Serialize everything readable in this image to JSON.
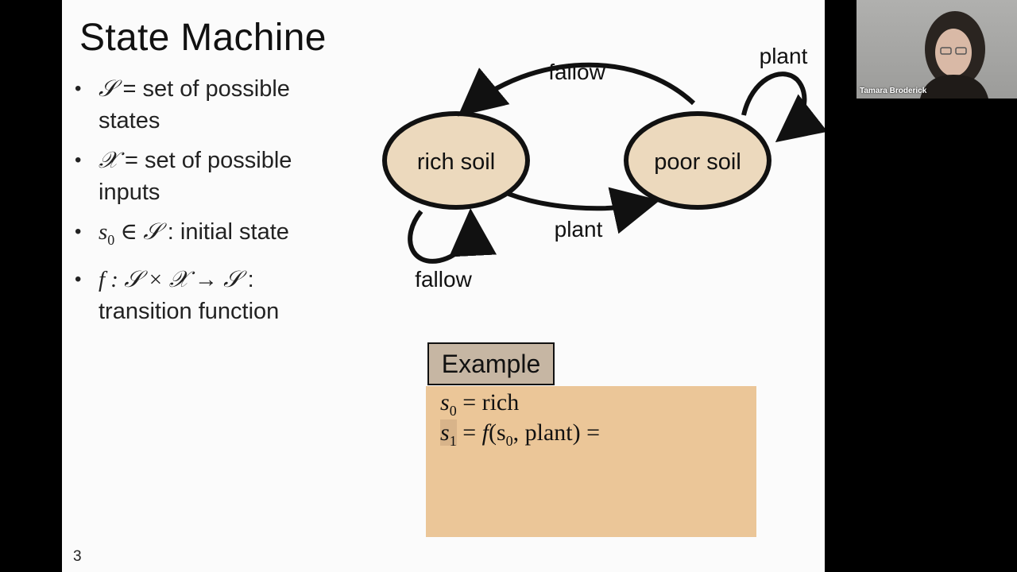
{
  "slide": {
    "title": "State Machine",
    "page_number": "3",
    "bullets": [
      {
        "symbol": "𝒮",
        "text_line1": " = set of possible",
        "text_line2": "states"
      },
      {
        "symbol": "𝒳",
        "text_line1": " = set of possible",
        "text_line2": "inputs"
      },
      {
        "symbol": "s",
        "subscript": "0",
        "math_rest": " ∈ 𝒮",
        "text": " : initial state"
      },
      {
        "math": "f : 𝒮 × 𝒳 → 𝒮",
        "text_line1": " :",
        "text_line2": "transition function"
      }
    ],
    "diagram": {
      "states": [
        "rich soil",
        "poor soil"
      ],
      "transitions": [
        {
          "from": "poor soil",
          "to": "rich soil",
          "label": "fallow"
        },
        {
          "from": "rich soil",
          "to": "poor soil",
          "label": "plant"
        },
        {
          "from": "rich soil",
          "to": "rich soil",
          "label": "fallow"
        },
        {
          "from": "poor soil",
          "to": "poor soil",
          "label": "plant"
        }
      ]
    },
    "example": {
      "label": "Example",
      "line1": {
        "var": "s",
        "sub": "0",
        "rhs": " = rich"
      },
      "line2": {
        "var": "s",
        "sub": "1",
        "rhs": " = ",
        "fn": "f",
        "args": "(s",
        "args_sub": "0",
        "args_rest": ", plant) ="
      }
    }
  },
  "video": {
    "participant_name": "Tamara Broderick"
  },
  "colors": {
    "slide_bg": "#fbfbfb",
    "state_fill": "#ecd9bd",
    "example_label_bg": "#c6b6a3",
    "example_box_bg": "#ebc698"
  }
}
